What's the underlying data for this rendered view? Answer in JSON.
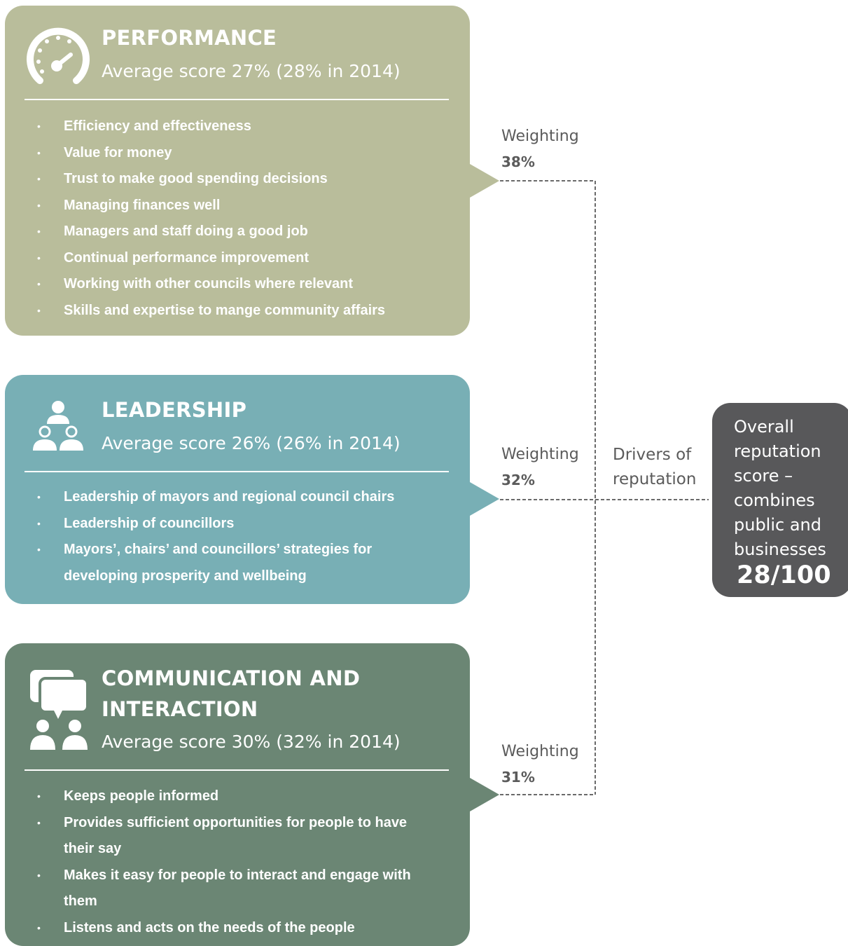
{
  "performance": {
    "title": "PERFORMANCE",
    "score": "Average score 27% (28% in 2014)",
    "icon": "speedometer-icon",
    "color": "#b9bd9b",
    "bullets": [
      "Efficiency and effectiveness",
      "Value for money",
      "Trust to make good spending decisions",
      "Managing finances well",
      "Managers and staff doing a good job",
      "Continual performance improvement",
      "Working with other councils where relevant",
      "Skills and expertise to mange community affairs"
    ],
    "weighting_label": "Weighting",
    "weighting_value": "38%"
  },
  "leadership": {
    "title": "LEADERSHIP",
    "score": "Average score 26% (26% in 2014)",
    "icon": "people-hierarchy-icon",
    "color": "#78afb5",
    "bullets": [
      "Leadership of mayors and regional council chairs",
      "Leadership of councillors",
      "Mayors’, chairs’ and councillors’ strategies for developing prosperity and wellbeing"
    ],
    "weighting_label": "Weighting",
    "weighting_value": "32%"
  },
  "communication": {
    "title": "COMMUNICATION AND INTERACTION",
    "score": "Average score 30% (32% in 2014)",
    "icon": "chat-people-icon",
    "color": "#6b8674",
    "bullets": [
      "Keeps people informed",
      "Provides sufficient opportunities for people to have their say",
      "Makes it easy for people to interact and engage with them",
      "Listens and acts on the needs of the people"
    ],
    "weighting_label": "Weighting",
    "weighting_value": "31%"
  },
  "drivers_label": "Drivers of\nreputation",
  "overall": {
    "label": "Overall\nreputation\nscore –\ncombines\npublic and\nbusinesses",
    "score": "28/100",
    "color": "#58585a"
  }
}
